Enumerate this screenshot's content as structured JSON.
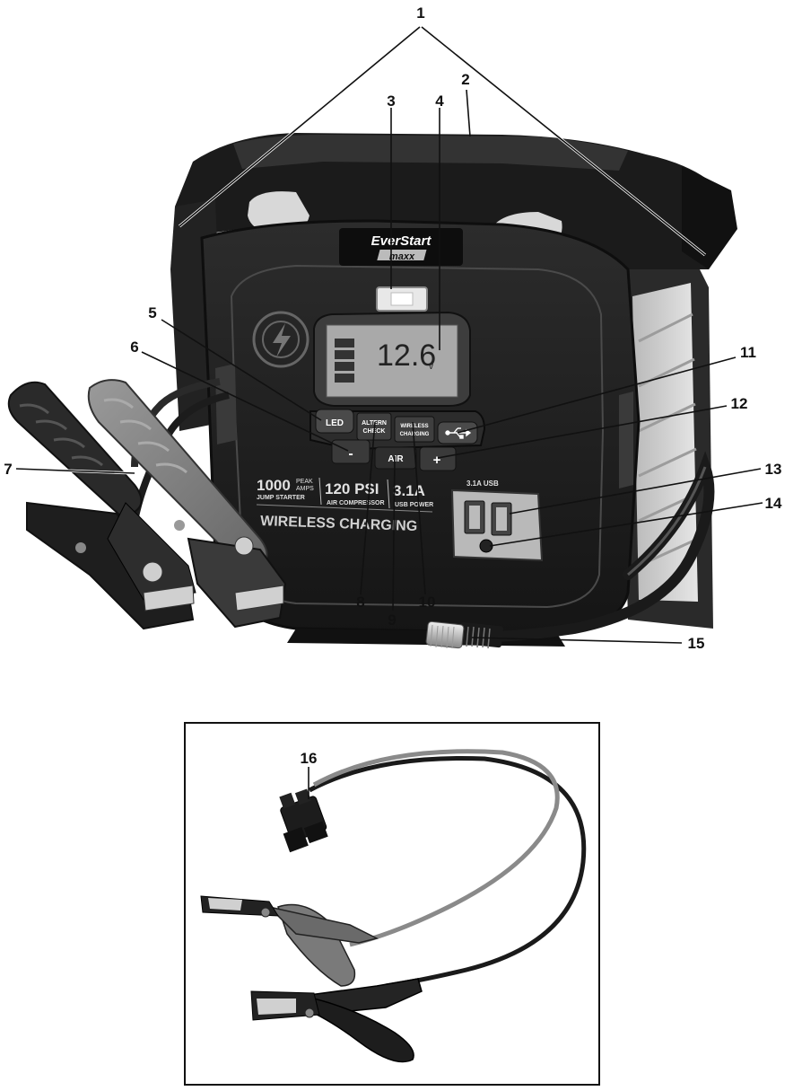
{
  "device": {
    "brand_line1": "EverStart",
    "brand_line2": "maxx",
    "lcd_value": "12.6",
    "lcd_unit": "v",
    "buttons": {
      "led": "LED",
      "altern_line1": "ALTERN",
      "altern_line2": "CHECK",
      "wireless_line1": "WIRELESS",
      "wireless_line2": "CHARGING",
      "minus": "-",
      "plus": "+",
      "air": "AIR"
    },
    "specs": {
      "jump_value": "1000",
      "jump_unit1": "PEAK",
      "jump_unit2": "AMPS",
      "jump_label": "JUMP STARTER",
      "air_value": "120 PSI",
      "air_label": "AIR COMPRESSOR",
      "usb_value": "3.1A",
      "usb_label": "USB POWER",
      "footer": "WIRELESS CHARGING"
    },
    "usb_panel_label": "3.1A USB"
  },
  "callouts": [
    "1",
    "2",
    "3",
    "4",
    "5",
    "6",
    "7",
    "8",
    "9",
    "10",
    "11",
    "12",
    "13",
    "14",
    "15",
    "16"
  ],
  "colors": {
    "body_dark": "#1e1e1e",
    "body_mid": "#3a3a3a",
    "lcd": "#a9a9a9",
    "grip_light": "#d6d6d6",
    "clamp_red_gray": "#7d7d7d",
    "clamp_black": "#222222"
  }
}
